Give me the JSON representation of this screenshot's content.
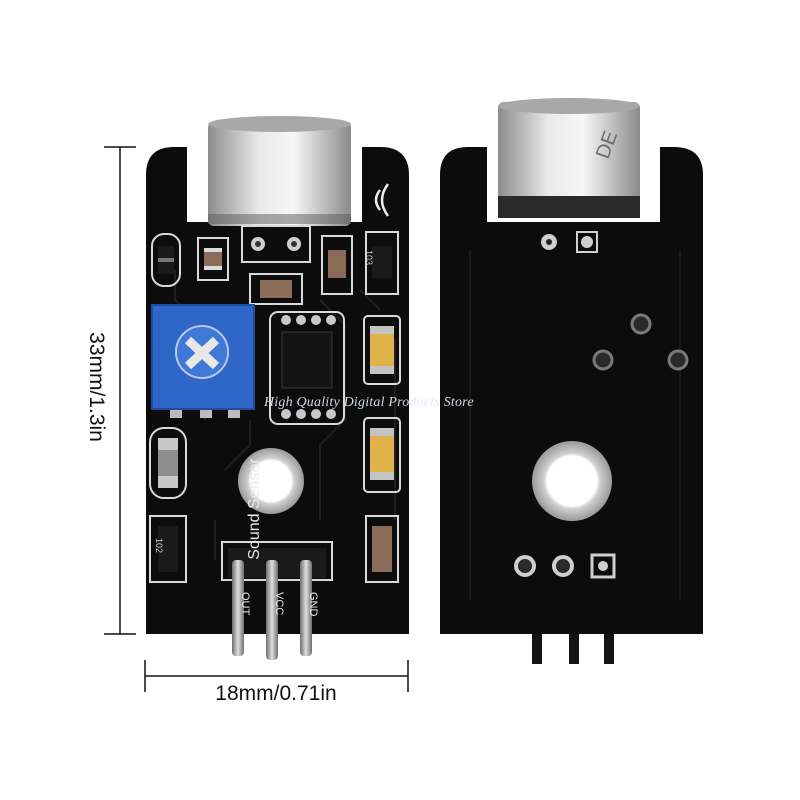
{
  "dimensions": {
    "height_label": "33mm/1.3in",
    "width_label": "18mm/0.71in"
  },
  "front_board": {
    "silkscreen_text": "Sound Sensor",
    "pins": [
      "OUT",
      "VCC",
      "GND"
    ],
    "resistor_codes": [
      "103",
      "102"
    ]
  },
  "watermark": "High Quality Digital Products Store",
  "colors": {
    "pcb": "#0c0c0c",
    "trace": "#1f1f1f",
    "pot": "#2f67c8",
    "tantalum": "#e0b34a",
    "metal": "#c9c9c9"
  }
}
